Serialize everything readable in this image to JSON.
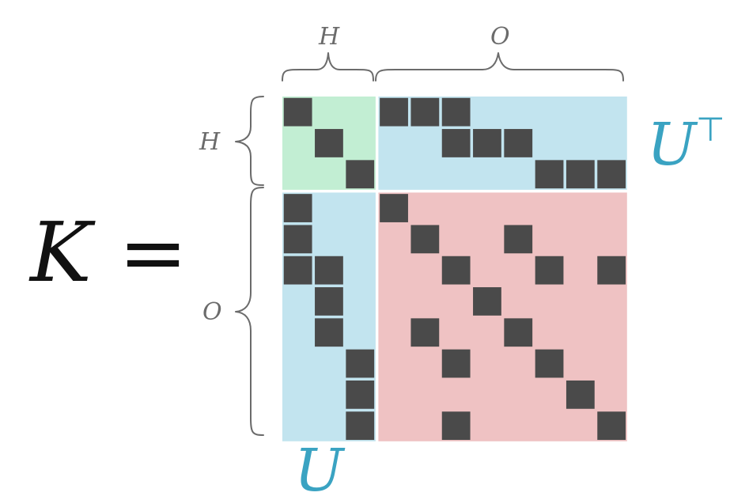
{
  "equation": {
    "lhs_symbol": "K",
    "equals_sign": "="
  },
  "labels": {
    "top_hidden": "H",
    "top_observed": "O",
    "left_hidden": "H",
    "left_observed": "O",
    "u_transpose_base": "U",
    "u_transpose_sup": "⊤",
    "u_bottom": "U"
  },
  "colors": {
    "block_hidden_hidden": "#c2eed3",
    "block_u": "#c2e4ef",
    "block_observed_observed": "#efc2c3",
    "filled_cell": "#4a4a4a",
    "u_label": "#3aa3c2",
    "brace_and_text": "#6b6b6b",
    "equation_text": "#111111"
  },
  "matrix": {
    "size": 11,
    "hidden_count": 3,
    "observed_count": 8,
    "filled_cells": [
      [
        0,
        0
      ],
      [
        1,
        1
      ],
      [
        2,
        2
      ],
      [
        0,
        3
      ],
      [
        0,
        4
      ],
      [
        0,
        5
      ],
      [
        1,
        5
      ],
      [
        1,
        6
      ],
      [
        1,
        7
      ],
      [
        2,
        8
      ],
      [
        2,
        9
      ],
      [
        2,
        10
      ],
      [
        3,
        0
      ],
      [
        4,
        0
      ],
      [
        5,
        0
      ],
      [
        5,
        1
      ],
      [
        6,
        1
      ],
      [
        7,
        1
      ],
      [
        8,
        2
      ],
      [
        9,
        2
      ],
      [
        10,
        2
      ],
      [
        3,
        3
      ],
      [
        4,
        4
      ],
      [
        4,
        7
      ],
      [
        5,
        5
      ],
      [
        5,
        8
      ],
      [
        5,
        10
      ],
      [
        6,
        6
      ],
      [
        7,
        4
      ],
      [
        7,
        7
      ],
      [
        8,
        5
      ],
      [
        8,
        8
      ],
      [
        9,
        9
      ],
      [
        10,
        5
      ],
      [
        10,
        10
      ]
    ]
  }
}
